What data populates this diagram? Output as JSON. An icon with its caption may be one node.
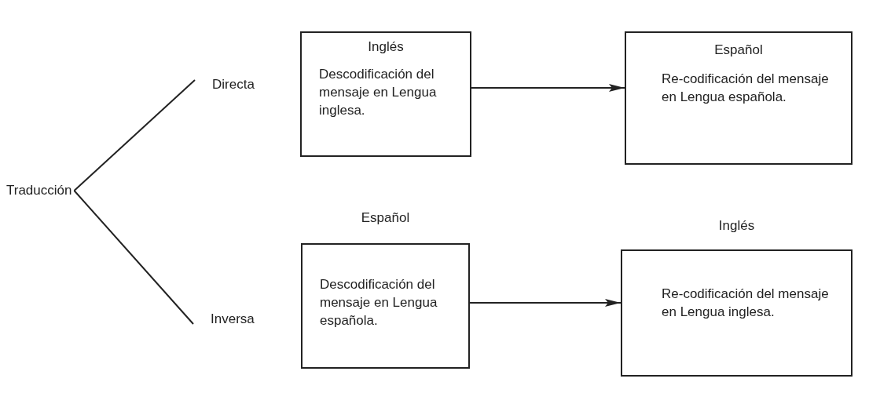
{
  "diagram": {
    "nodes": [
      {
        "text": [
          "Traducción"
        ]
      },
      {
        "text": [
          "Directa"
        ]
      },
      {
        "text": [
          "Inversa"
        ]
      },
      {
        "text": [
          "Inglés",
          "Descodificación del mensaje en Lengua inglesa."
        ]
      },
      {
        "text": [
          "Español",
          "Re-codificación del mensaje en Lengua española."
        ]
      },
      {
        "text": [
          "Español",
          "Descodificación del mensaje en Lengua española."
        ]
      },
      {
        "text": [
          "Inglés",
          "Re-codificación del mensaje en Lengua inglesa."
        ]
      }
    ],
    "edges": [
      {
        "from": 0,
        "to": 1,
        "arrow": "none"
      },
      {
        "from": 0,
        "to": 2,
        "arrow": "none"
      },
      {
        "from": 3,
        "to": 4,
        "arrow": "to"
      },
      {
        "from": 5,
        "to": 6,
        "arrow": "to"
      }
    ]
  }
}
